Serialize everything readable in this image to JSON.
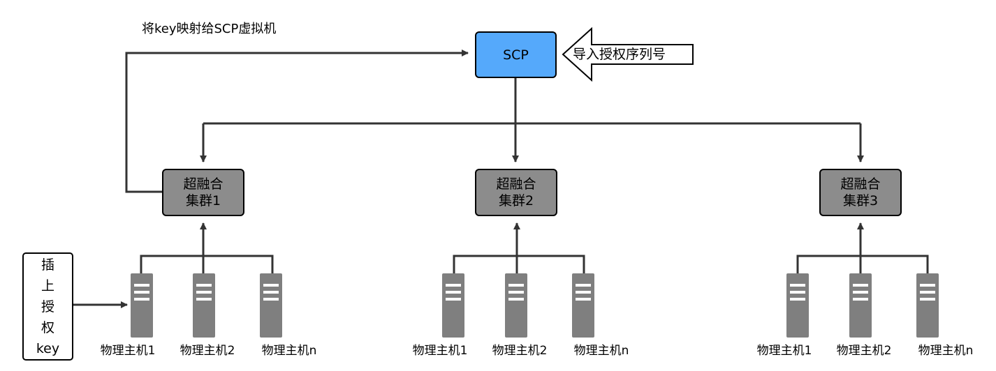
{
  "map_key_label": "将key映射给SCP虚拟机",
  "scp_label": "SCP",
  "import_label": "导入授权序列号",
  "insert_key_chars": [
    "插",
    "上",
    "授",
    "权",
    "key"
  ],
  "clusters": [
    {
      "line1": "超融合",
      "line2": "集群1",
      "hosts": [
        "物理主机1",
        "物理主机2",
        "物理主机n"
      ]
    },
    {
      "line1": "超融合",
      "line2": "集群2",
      "hosts": [
        "物理主机1",
        "物理主机2",
        "物理主机n"
      ]
    },
    {
      "line1": "超融合",
      "line2": "集群3",
      "hosts": [
        "物理主机1",
        "物理主机2",
        "物理主机n"
      ]
    }
  ],
  "colors": {
    "scp_fill": "#55a9fb",
    "cluster_fill": "#8c8c8c",
    "server_fill": "#7f7f7f",
    "line": "#333333"
  }
}
